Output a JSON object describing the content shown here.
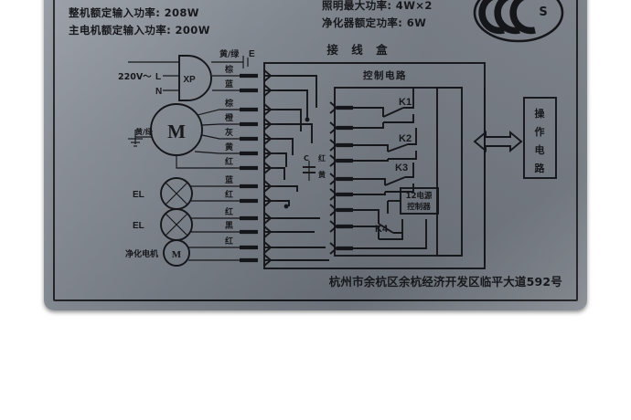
{
  "plate": {
    "kind": "appliance-nameplate-wiring-diagram",
    "bg_color": "#7d838c",
    "ink_color": "#15161a"
  },
  "specs": {
    "left": [
      "整机额定输入功率: 208W",
      "主电机额定输入功率: 200W"
    ],
    "right": [
      "照明最大功率: 4W×2",
      "净化器额定功率:  6W"
    ]
  },
  "certification": {
    "name": "ccc-mark",
    "letter": "S",
    "arcs": 3
  },
  "titles": {
    "junction_box": "接 线 盒",
    "control_circuit": "控制电路",
    "operation_circuit": "操 作 电 路"
  },
  "power_input": {
    "voltage_label": "220V～",
    "live": "L",
    "neutral": "N",
    "plug": "XP",
    "earth_label": "黄/绿",
    "earth_terminal": "E"
  },
  "motor": {
    "symbol": "M",
    "ground_label": "黄/绿"
  },
  "lamps": [
    {
      "label": "EL",
      "symbol": "x-lamp"
    },
    {
      "label": "EL",
      "symbol": "x-lamp"
    }
  ],
  "purifier": {
    "label": "净化电机",
    "symbol": "M"
  },
  "capacitor": {
    "label": "C",
    "wires": [
      "红",
      "黄"
    ]
  },
  "wire_labels": [
    "棕",
    "蓝",
    "棕",
    "橙",
    "灰",
    "黄",
    "红",
    "蓝",
    "红",
    "红",
    "黑",
    "红"
  ],
  "relays": [
    "K1",
    "K2",
    "K3",
    "K4"
  ],
  "power_controller": {
    "line1": "12电源",
    "line2": "控制器"
  },
  "footer": {
    "address": "杭州市余杭区余杭经济开发区临平大道592号"
  }
}
